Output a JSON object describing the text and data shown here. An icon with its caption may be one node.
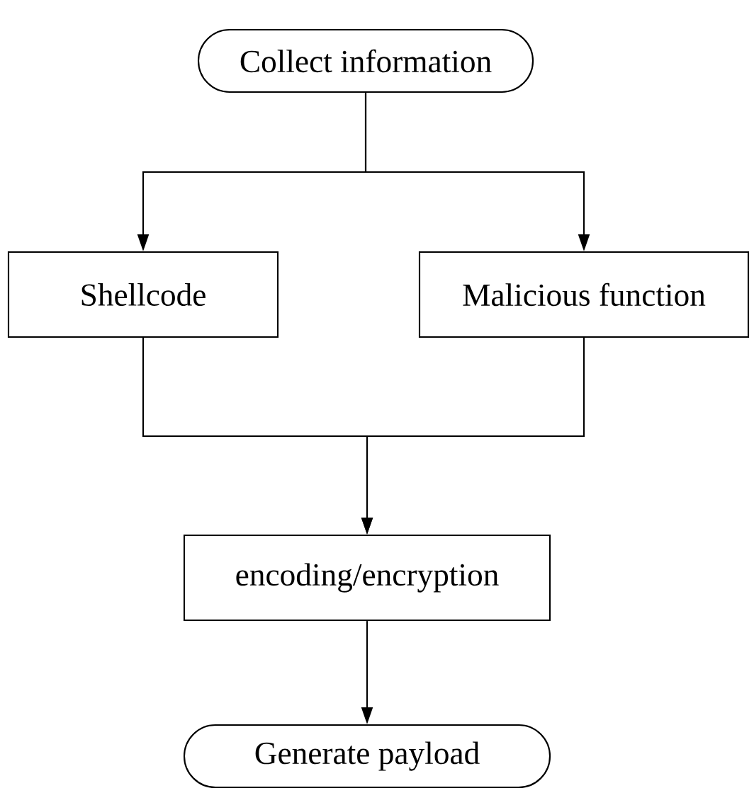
{
  "diagram": {
    "nodes": [
      {
        "text": [
          "Collect information"
        ]
      },
      {
        "text": [
          "Shellcode"
        ]
      },
      {
        "text": [
          "Malicious function"
        ]
      },
      {
        "text": [
          "encoding/encryption"
        ]
      },
      {
        "text": [
          "Generate payload"
        ]
      }
    ],
    "edges": [
      {
        "from": 0,
        "to": 1,
        "arrow": "to"
      },
      {
        "from": 0,
        "to": 2,
        "arrow": "to"
      },
      {
        "from": 1,
        "to": 3,
        "arrow": "to"
      },
      {
        "from": 2,
        "to": 3,
        "arrow": "to"
      },
      {
        "from": 3,
        "to": 4,
        "arrow": "to"
      }
    ]
  }
}
